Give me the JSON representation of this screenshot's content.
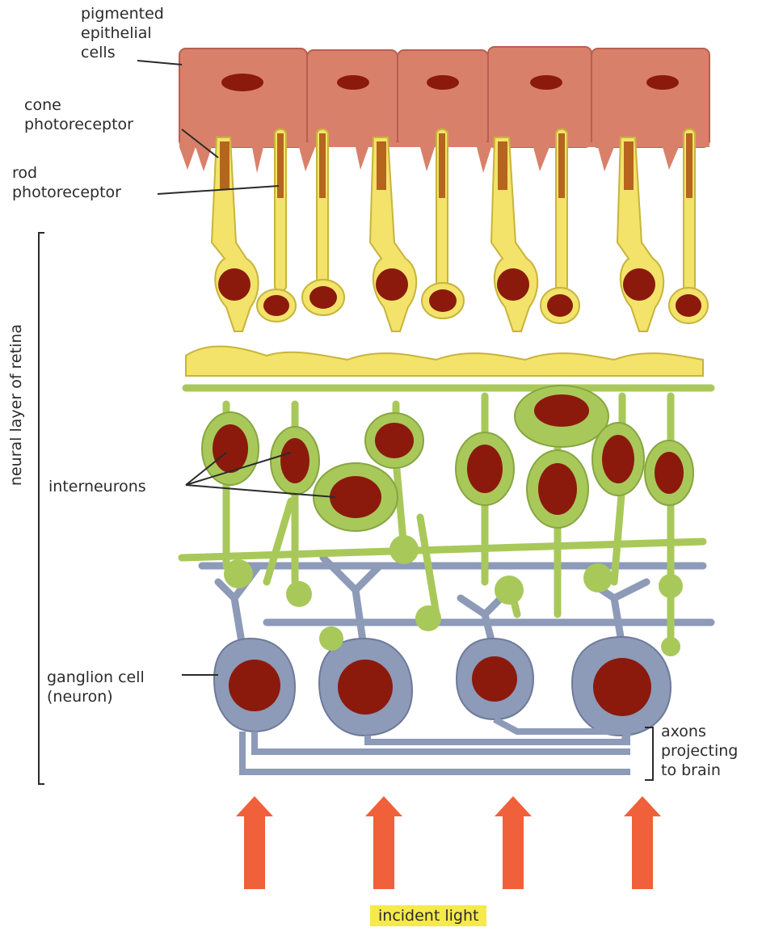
{
  "labels": {
    "pigmented": "pigmented\nepithelial\ncells",
    "cone": "cone\nphotoreceptor",
    "rod": "rod\nphotoreceptor",
    "neural_layer": "neural layer of retina",
    "interneurons": "interneurons",
    "ganglion": "ganglion cell\n(neuron)",
    "axons": "axons\nprojecting\nto brain",
    "incident_light": "incident light"
  },
  "colors": {
    "epithelium": "#d9806a",
    "nucleus": "#8b1a0c",
    "photoreceptor": "#f3e36a",
    "interneuron": "#a9c85a",
    "ganglion": "#8d9ab8",
    "arrow": "#f0603a",
    "highlight": "#f5ea4a"
  }
}
